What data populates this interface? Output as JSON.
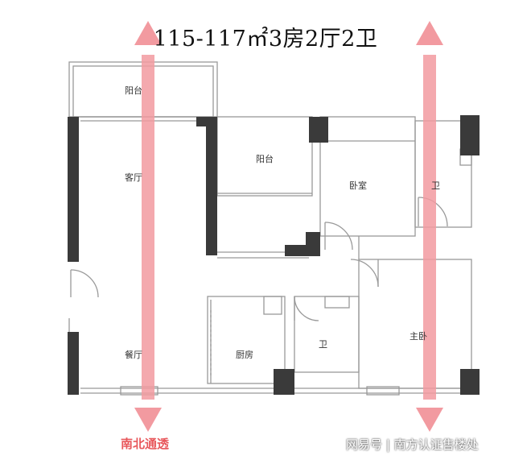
{
  "title": "115-117㎡3房2厅2卫",
  "rooms": {
    "balcony_top": "阳台",
    "living_room": "客厅",
    "balcony_mid": "阳台",
    "bedroom": "卧室",
    "bathroom_top": "卫",
    "dining_room": "餐厅",
    "kitchen": "厨房",
    "bathroom_bottom": "卫",
    "master_bedroom": "主卧"
  },
  "ventilation": {
    "label": "南北通透"
  },
  "watermark": "网易号 | 南方认证售楼处",
  "colors": {
    "arrow": "#f29aa0",
    "arrow_dark": "#e8585c",
    "wall": "#3a3a3a"
  }
}
